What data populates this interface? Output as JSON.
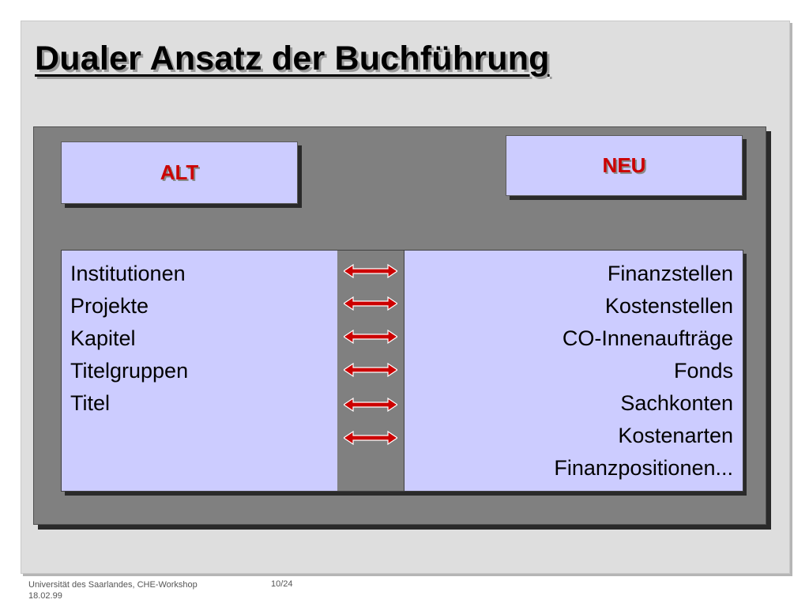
{
  "slide": {
    "title": "Dualer Ansatz der Buchführung",
    "left_header": "ALT",
    "right_header": "NEU",
    "left_items": [
      "Institutionen",
      "Projekte",
      "Kapitel",
      "Titelgruppen",
      "Titel"
    ],
    "right_items": [
      "Finanzstellen",
      "Kostenstellen",
      "CO-Innenaufträge",
      "Fonds",
      "Sachkonten",
      "Kostenarten",
      "Finanzpositionen..."
    ],
    "arrow_icon": "double-arrow-icon",
    "arrow_count": 6
  },
  "footer": {
    "organization": "Universität des Saarlandes, CHE-Workshop",
    "date": "18.02.99",
    "page": "10/24"
  },
  "colors": {
    "header_text": "#cc0000",
    "box_fill": "#ccccff",
    "panel_fill": "#808080",
    "slide_bg": "#dedede",
    "arrow_fill": "#cc0000"
  }
}
